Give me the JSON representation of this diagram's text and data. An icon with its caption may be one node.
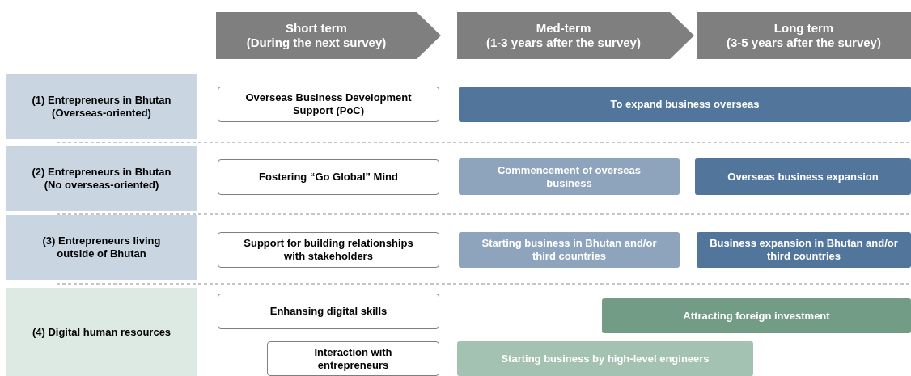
{
  "diagram": {
    "nodes": [
      {
        "text": [
          "Short term",
          "(During the next survey)"
        ]
      },
      {
        "text": [
          "Med-term",
          "(1-3 years after the survey)"
        ]
      },
      {
        "text": [
          "Long term",
          "(3-5 years after the survey)"
        ]
      },
      {
        "text": [
          "(1) Entrepreneurs in Bhutan (Overseas-oriented)"
        ]
      },
      {
        "text": [
          "Overseas Business Development Support (PoC)"
        ]
      },
      {
        "text": [
          "To expand business overseas"
        ]
      },
      {
        "text": [
          "(2) Entrepreneurs in Bhutan (No overseas-oriented)"
        ]
      },
      {
        "text": [
          "Fostering “Go Global” Mind"
        ]
      },
      {
        "text": [
          "Commencement of overseas business"
        ]
      },
      {
        "text": [
          "Overseas business expansion"
        ]
      },
      {
        "text": [
          "(3) Entrepreneurs living outside of Bhutan"
        ]
      },
      {
        "text": [
          "Support for building relationships with stakeholders"
        ]
      },
      {
        "text": [
          "Starting business in Bhutan and/or third countries"
        ]
      },
      {
        "text": [
          "Business expansion in Bhutan and/or third countries"
        ]
      },
      {
        "text": [
          "(4) Digital human resources"
        ]
      },
      {
        "text": [
          "Enhansing digital skills"
        ]
      },
      {
        "text": [
          "Attracting foreign investment"
        ]
      },
      {
        "text": [
          "Interaction with entrepreneurs"
        ]
      },
      {
        "text": [
          "Starting business by high-level engineers"
        ]
      }
    ]
  }
}
